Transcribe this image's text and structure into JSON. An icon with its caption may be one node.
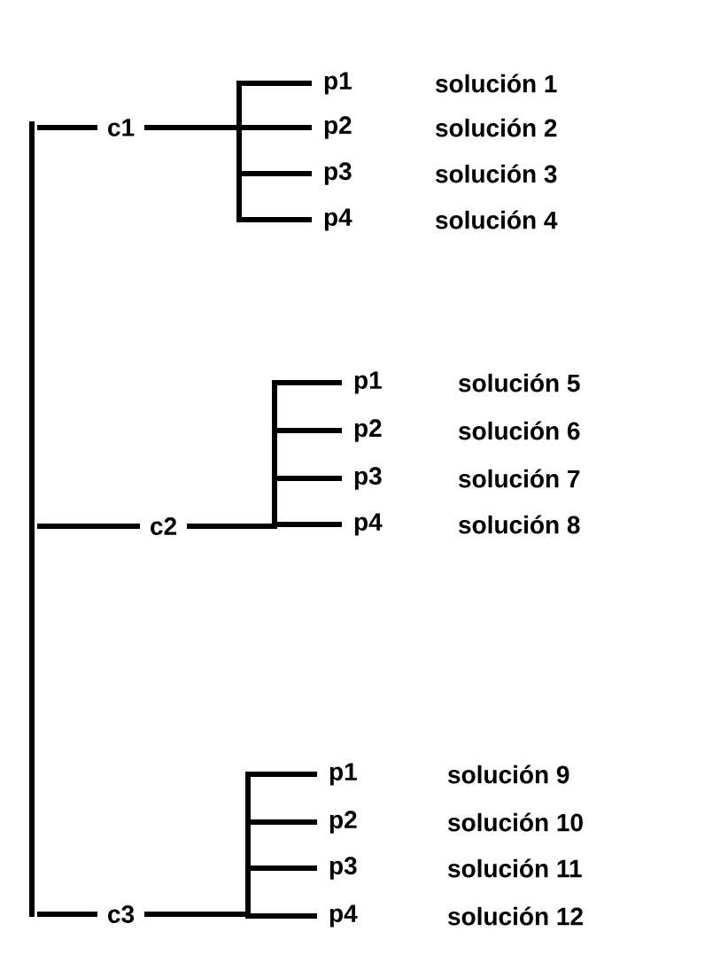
{
  "diagram": {
    "nodes": [
      {
        "text": [],
        "shape": "bar"
      },
      {
        "text": [
          "c1"
        ]
      },
      {
        "text": [
          "p1"
        ],
        "beside": [
          "solución 1"
        ]
      },
      {
        "text": [
          "p2"
        ],
        "beside": [
          "solución 2"
        ]
      },
      {
        "text": [
          "p3"
        ],
        "beside": [
          "solución 3"
        ]
      },
      {
        "text": [
          "p4"
        ],
        "beside": [
          "solución 4"
        ]
      },
      {
        "text": [
          "c2"
        ]
      },
      {
        "text": [
          "p1"
        ],
        "beside": [
          "solución 5"
        ]
      },
      {
        "text": [
          "p2"
        ],
        "beside": [
          "solución 6"
        ]
      },
      {
        "text": [
          "p3"
        ],
        "beside": [
          "solución 7"
        ]
      },
      {
        "text": [
          "p4"
        ],
        "beside": [
          "solución 8"
        ]
      },
      {
        "text": [
          "c3"
        ]
      },
      {
        "text": [
          "p1"
        ],
        "beside": [
          "solución 9"
        ]
      },
      {
        "text": [
          "p2"
        ],
        "beside": [
          "solución 10"
        ]
      },
      {
        "text": [
          "p3"
        ],
        "beside": [
          "solución 11"
        ]
      },
      {
        "text": [
          "p4"
        ],
        "beside": [
          "solución 12"
        ]
      }
    ],
    "edges": [
      {
        "from": 0,
        "to": 1,
        "arrow": "none"
      },
      {
        "from": 0,
        "to": 6,
        "arrow": "none"
      },
      {
        "from": 0,
        "to": 11,
        "arrow": "none"
      },
      {
        "from": 1,
        "to": 2,
        "arrow": "none"
      },
      {
        "from": 1,
        "to": 3,
        "arrow": "none"
      },
      {
        "from": 1,
        "to": 4,
        "arrow": "none"
      },
      {
        "from": 1,
        "to": 5,
        "arrow": "none"
      },
      {
        "from": 6,
        "to": 7,
        "arrow": "none"
      },
      {
        "from": 6,
        "to": 8,
        "arrow": "none"
      },
      {
        "from": 6,
        "to": 9,
        "arrow": "none"
      },
      {
        "from": 6,
        "to": 10,
        "arrow": "none"
      },
      {
        "from": 11,
        "to": 12,
        "arrow": "none"
      },
      {
        "from": 11,
        "to": 13,
        "arrow": "none"
      },
      {
        "from": 11,
        "to": 14,
        "arrow": "none"
      },
      {
        "from": 11,
        "to": 15,
        "arrow": "none"
      }
    ]
  }
}
